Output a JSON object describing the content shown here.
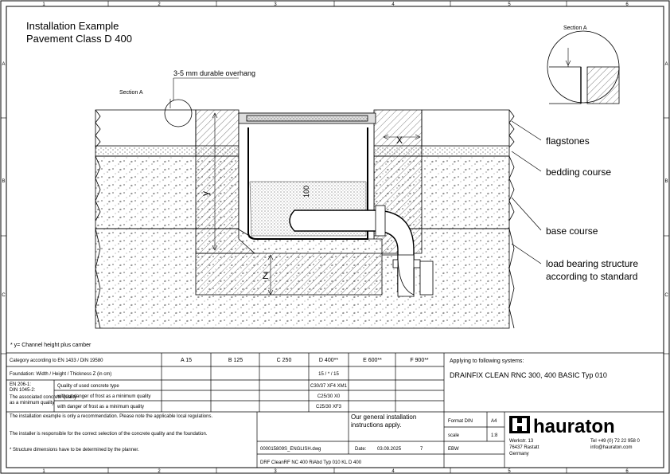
{
  "frame": {
    "columns": [
      "1",
      "2",
      "3",
      "4",
      "5",
      "6"
    ],
    "rows": [
      "A",
      "B",
      "C"
    ]
  },
  "title": {
    "line1": "Installation Example",
    "line2": "Pavement Class D 400"
  },
  "section_label_top": "Section A",
  "section_label_left": "Section A",
  "overhang_note": "3-5 mm durable overhang",
  "dims": {
    "x": "X",
    "y": "y",
    "z": "Z",
    "hundred": "100"
  },
  "layers": [
    {
      "id": "flagstones",
      "label": "flagstones"
    },
    {
      "id": "bedding",
      "label": "bedding course"
    },
    {
      "id": "base",
      "label": "base course"
    },
    {
      "id": "load1",
      "label": "load bearing structure"
    },
    {
      "id": "load2",
      "label": "according to standard"
    }
  ],
  "footnote": "* y= Channel height plus camber",
  "table": {
    "classes": [
      "A 15",
      "B 125",
      "C 250",
      "D 400**",
      "E 600**",
      "F 900**"
    ],
    "row_category": "Category according to EN 1433 / DIN 19580",
    "row_foundation": "Foundation: Width / Height / Thickness Z (in cm)",
    "foundation_value": "15 / * / 15",
    "row_concrete_a": "EN 206-1:",
    "row_concrete_b": "DIN 1045-2:",
    "row_quality": "Quality of used concrete type",
    "concrete_1": "C30/37 XF4 XM1",
    "concrete_2": "C25/30 X0",
    "concrete_3": "C25/30 XF3",
    "sub_left_1": "The associated concrete quality",
    "sub_left_2": "as a minimum quality",
    "sub_mid_1": "without danger of frost as a minimum quality",
    "sub_mid_2": "with danger of frost as a minimum quality",
    "applying": "Applying to following systems:",
    "system": "DRAINFIX CLEAN RNC 300, 400 BASIC Typ 010",
    "note1": "The installation example is only a recommendation. Please note the applicable local regulations.",
    "note2": "The installer is responsible for the correct selection of the concrete quality and the foundation.",
    "note3": "* Structure dimensions have to be determined by the planner.",
    "general": "Our general installation instructions apply.",
    "file": "000015809S_ENGLISH.dwg",
    "date_label": "Date:",
    "date": "03.09.2025",
    "rev": "7",
    "ebw": "EBW",
    "format_label": "Format DIN",
    "format_value": "A4",
    "scale_label": "scale",
    "scale_value": "1:8",
    "drawing_id": "DRF CleanRF NC 400 RiAbd Typ 010 KL D 400",
    "company": {
      "name": "hauraton",
      "addr1": "Werkstr. 13",
      "addr2": "76437 Rastatt",
      "addr3": "Germany",
      "tel": "Tel +49 (0) 72 22 958 0",
      "mail": "info@hauraton.com"
    }
  }
}
